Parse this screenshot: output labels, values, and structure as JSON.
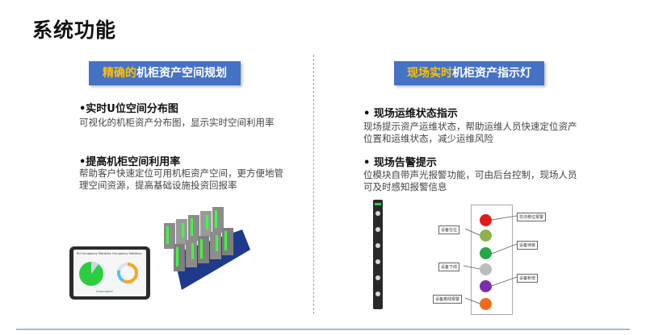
{
  "page": {
    "title": "系统功能"
  },
  "left": {
    "banner": {
      "highlight": "精确的",
      "rest": "机柜资产空间规划"
    },
    "points": [
      {
        "title": "•实时U位空间分布图",
        "desc": "可视化的机柜资产分布图，显示实时空间利用率"
      },
      {
        "title": "•提高机柜空间利用率",
        "desc": "帮助客户快速定位可用机柜资产空间，更方便地管理空间资源，提高基础设施投资回报率"
      }
    ],
    "tablet": {
      "panel1": "RU Occupancy Statistics",
      "panel2": "Occupancy Statistics",
      "legend": "Unoccupied"
    }
  },
  "right": {
    "banner": {
      "highlight": "现场实时",
      "rest": "机柜资产指示灯"
    },
    "points": [
      {
        "title": "•  现场运维状态指示",
        "desc": "现场提示资产运维状态，帮助运维人员快速定位资产位置和运维状态，减少运维风险"
      },
      {
        "title": "•  现场告警提示",
        "desc": "位模块自带声光报警功能，可由后台控制，现场人员可及时感知报警信息"
      }
    ],
    "led_labels": [
      "非法移位报警",
      "设备在位",
      "设备待装",
      "设备下线",
      "设备新增",
      "设备离线报警"
    ],
    "led_colors": [
      "#e31a1c",
      "#8bb34a",
      "#22a84a",
      "#bdbdbd",
      "#7b2fb0",
      "#f26a1b"
    ]
  }
}
